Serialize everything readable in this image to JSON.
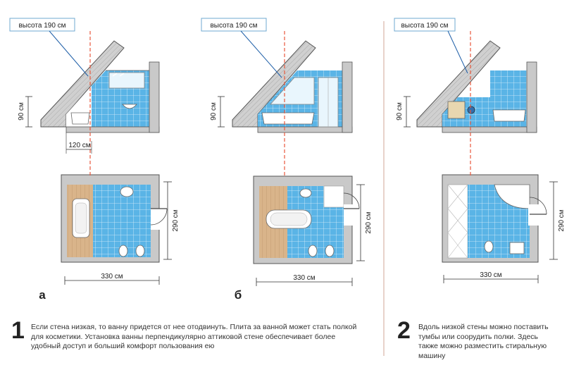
{
  "colors": {
    "tile": "#5ab4e6",
    "wood": "#d9b48a",
    "wall": "#c9c9c9",
    "wall_stroke": "#555555",
    "marker": "#e8583c",
    "pointer": "#1f5fa8",
    "divider": "#e0c4b8"
  },
  "height_label": "высота 190 см",
  "panels": [
    {
      "id": "a",
      "dim_height": "90 см",
      "dim_low": "120 см",
      "dim_depth": "290 см",
      "dim_width": "330 см",
      "letter": "а"
    },
    {
      "id": "b",
      "dim_height": "90 см",
      "dim_depth": "290 см",
      "dim_width": "330 см",
      "letter": "б"
    },
    {
      "id": "c",
      "dim_height": "90 см",
      "dim_depth": "290 см",
      "dim_width": "330 см"
    }
  ],
  "notes": [
    {
      "number": "1",
      "text": "Если стена низкая, то ванну придется от нее отодвинуть. Плита за ванной может стать полкой для косметики. Установка ванны перпендикулярно аттиковой стене обеспечивает более удобный доступ и больший комфорт пользования ею"
    },
    {
      "number": "2",
      "text": "Вдоль низкой стены можно поставить тумбы или соорудить полки. Здесь также можно разместить стиральную машину"
    }
  ],
  "icons": [
    "mirror-icon",
    "washbasin-icon",
    "bathtub-icon",
    "toilet-icon",
    "bidet-icon",
    "door-swing-icon",
    "shower-icon",
    "washing-machine-icon",
    "drum-icon"
  ]
}
